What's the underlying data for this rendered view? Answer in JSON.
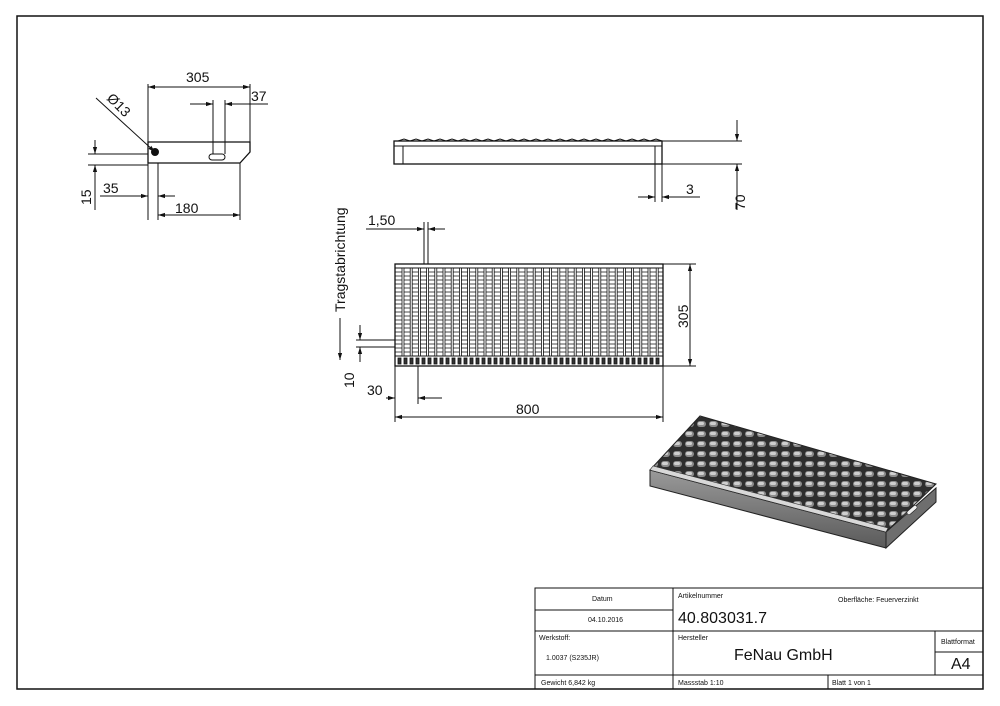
{
  "drawing": {
    "side_view": {
      "dim_305": "305",
      "dim_37": "37",
      "dim_hole": "Ø13",
      "dim_15": "15",
      "dim_35": "35",
      "dim_180": "180"
    },
    "front_view": {
      "dim_3": "3",
      "dim_70": "70"
    },
    "top_view": {
      "direction_label": "Tragstabrichtung",
      "dim_150": "1,50",
      "dim_305": "305",
      "dim_10": "10",
      "dim_30": "30",
      "dim_800": "800"
    }
  },
  "title_block": {
    "datum_label": "Datum",
    "datum_value": "04.10.2016",
    "artikel_label": "Artikelnummer",
    "artikel_value": "40.803031.7",
    "oberflaeche": "Oberfläche: Feuerverzinkt",
    "werkstoff_label": "Werkstoff:",
    "werkstoff_value": "1.0037 (S235JR)",
    "hersteller_label": "Hersteller",
    "hersteller_value": "FeNau GmbH",
    "blattformat_label": "Blattformat",
    "blattformat_value": "A4",
    "gewicht": "Gewicht 6,842 kg",
    "massstab": "Massstab 1:10",
    "blatt": "Blatt 1 von 1"
  }
}
